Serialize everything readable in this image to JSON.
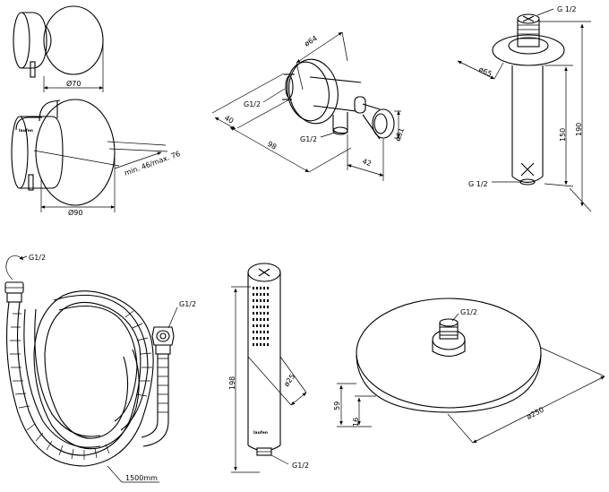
{
  "valve": {
    "cover_diameter": "Ø70",
    "plate_diameter": "Ø90",
    "depth_range": "min. 46/max. 76",
    "logo": "laufen"
  },
  "wall_outlet": {
    "flange_diameter": "ø64",
    "thread_top": "G1/2",
    "thread_bottom": "G1/2",
    "depth": "40",
    "length": "98",
    "holder_diameter": "ø31",
    "holder_offset": "42"
  },
  "ceiling_arm": {
    "thread_top": "G 1/2",
    "flange_diameter": "ø65",
    "length_short": "150",
    "length_long": "190",
    "thread_bottom": "G 1/2"
  },
  "hose": {
    "thread_left": "G1/2",
    "thread_right": "G1/2",
    "length": "1500mm"
  },
  "hand_shower": {
    "length": "198",
    "diameter": "ø25",
    "thread": "G1/2",
    "logo": "laufen"
  },
  "rain_shower": {
    "thread": "G1/2",
    "height_total": "59",
    "height_plate": "16",
    "diameter": "ø250"
  }
}
